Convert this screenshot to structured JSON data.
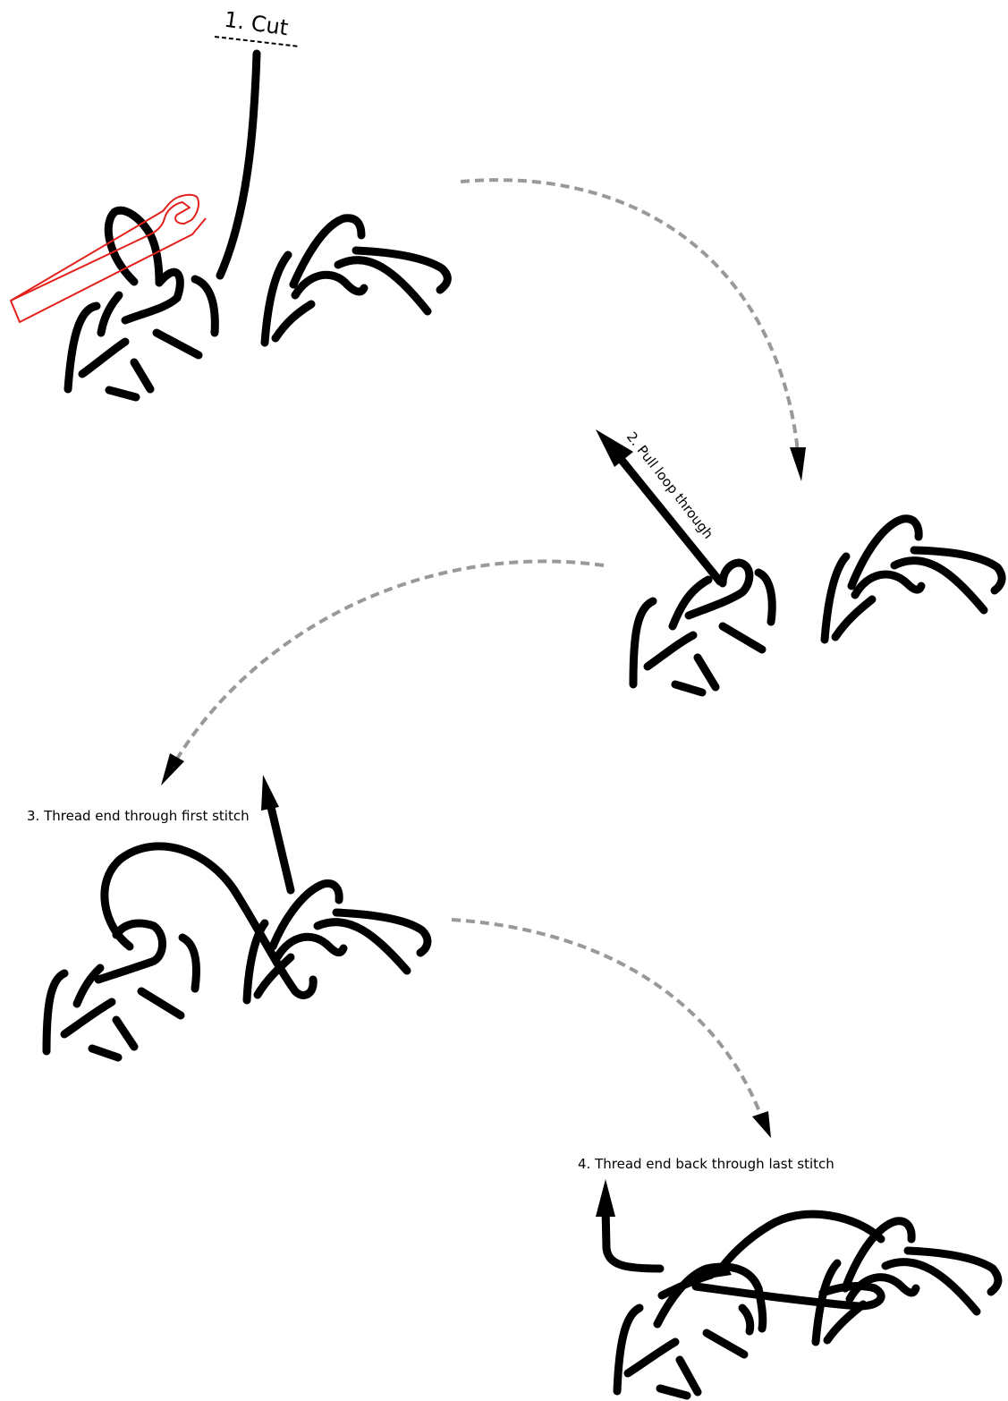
{
  "steps": {
    "step1": {
      "label": "1. Cut"
    },
    "step2": {
      "label": "2. Pull loop through"
    },
    "step3": {
      "label": "3. Thread end through first stitch"
    },
    "step4": {
      "label": "4. Thread end back through last stitch"
    }
  },
  "colors": {
    "yarn": "#000000",
    "hook": "#e3201b",
    "flow_arrow": "#999999",
    "background": "#ffffff"
  },
  "icons": [
    "crochet-hook-icon",
    "scissors-cut-line"
  ]
}
